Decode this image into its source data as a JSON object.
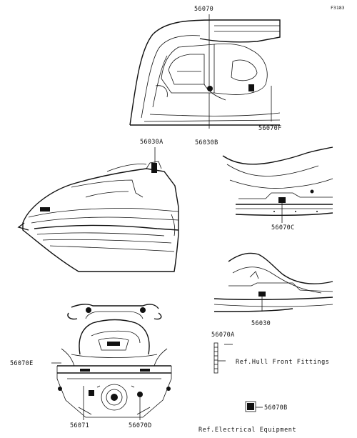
{
  "figure_code": "F3183",
  "callouts": {
    "p56070": "56070",
    "p56070f": "56070F",
    "p56030b": "56030B",
    "p56030a": "56030A",
    "p56070c": "56070C",
    "p56030": "56030",
    "p56070e": "56070E",
    "p56071": "56071",
    "p56070d": "56070D",
    "p56070a": "56070A",
    "p56070b": "56070B"
  },
  "references": {
    "hull": "Ref.Hull Front Fittings",
    "electrical": "Ref.Electrical Equipment"
  }
}
